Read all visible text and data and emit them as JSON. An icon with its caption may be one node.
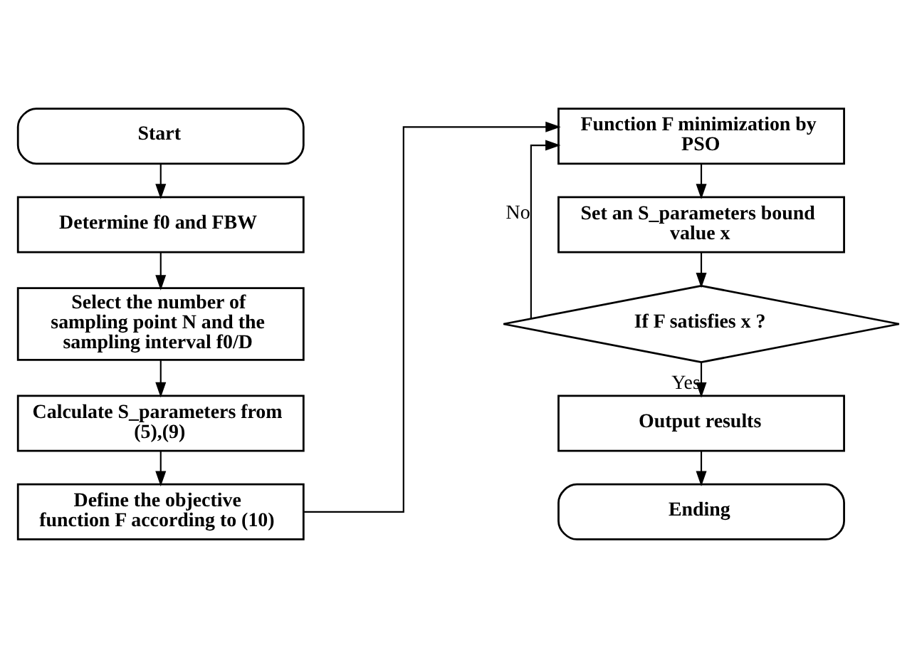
{
  "diagram": {
    "nodes": [
      {
        "text": [
          "Start"
        ]
      },
      {
        "text": [
          "Determine f0 and FBW"
        ]
      },
      {
        "text": [
          "Select the number of sampling point N and the sampling interval f0/D"
        ]
      },
      {
        "text": [
          "Calculate S_parameters from (5),(9)"
        ]
      },
      {
        "text": [
          "Define the objective function F according to (10)"
        ]
      },
      {
        "text": [
          "Function F minimization by PSO"
        ]
      },
      {
        "text": [
          "Set an S_parameters bound value x"
        ]
      },
      {
        "text": [
          "If F satisfies x ?"
        ]
      },
      {
        "text": [
          "Output results"
        ]
      },
      {
        "text": [
          "Ending"
        ]
      }
    ],
    "edges": [
      {
        "from": 0,
        "to": 1,
        "arrow": "to"
      },
      {
        "from": 1,
        "to": 2,
        "arrow": "to"
      },
      {
        "from": 2,
        "to": 3,
        "arrow": "to"
      },
      {
        "from": 3,
        "to": 4,
        "arrow": "to"
      },
      {
        "from": 4,
        "to": 5,
        "arrow": "to"
      },
      {
        "from": 5,
        "to": 6,
        "arrow": "to"
      },
      {
        "from": 6,
        "to": 7,
        "arrow": "to"
      },
      {
        "from": 7,
        "to": 8,
        "arrow": "to",
        "label": "Yes"
      },
      {
        "from": 7,
        "to": 5,
        "arrow": "to",
        "label": "No"
      },
      {
        "from": 8,
        "to": 9,
        "arrow": "to"
      }
    ]
  }
}
